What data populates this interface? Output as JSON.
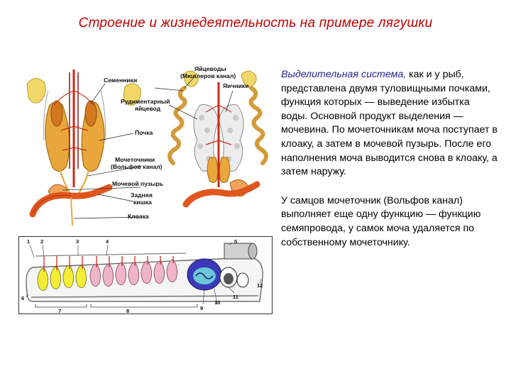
{
  "slide": {
    "title": "Строение и жизнедеятельность на примере лягушки"
  },
  "figure_top": {
    "labels": {
      "semenniki": "Семенники",
      "yaytsevody": "Яйцеводы",
      "mullerov": "(Мюллеров канал)",
      "yaichniki": "Яичники",
      "rudiment_1": "Рудиментарный",
      "rudiment_2": "яйцевод",
      "pochka": "Почка",
      "mochetochniki_1": "Мочеточники",
      "mochetochniki_2": "(Вольфов канал)",
      "puzyr": "Мочевой пузырь",
      "zadnyaya": "Задняя",
      "kishka": "кишка",
      "kloaka": "Клоака"
    }
  },
  "figure_bottom": {
    "numbers": [
      "1",
      "2",
      "3",
      "4",
      "5",
      "6",
      "7",
      "8",
      "9",
      "10",
      "11",
      "12"
    ]
  },
  "text": {
    "p1_highlight": "Выделительная система,",
    "p1_rest": " как и у рыб, представлена двумя туловищными почками, функция которых — выведение избытка воды. Основной продукт выделения — мочевина. По мочеточникам моча поступает в клоаку, а затем в мочевой пузырь. После его наполнения моча выводится снова в клоаку, а затем наружу.",
    "p2": "У самцов мочеточник (Вольфов канал) выполняет еще одну функцию — функцию семяпровода, у самок моча удаляется по собственному мочеточнику."
  },
  "colors": {
    "title": "#c00000",
    "highlight": "#1f1f8f",
    "testis": "#d2791e",
    "kidney": "#e8a63b",
    "vessel": "#cc2a1a",
    "ovary": "#e8e8e8",
    "cloaca": "#e0561e",
    "tubule_yellow": "#f3ee35",
    "tubule_pink": "#f0b4c8",
    "glomerulus": "#3a3ab8"
  }
}
